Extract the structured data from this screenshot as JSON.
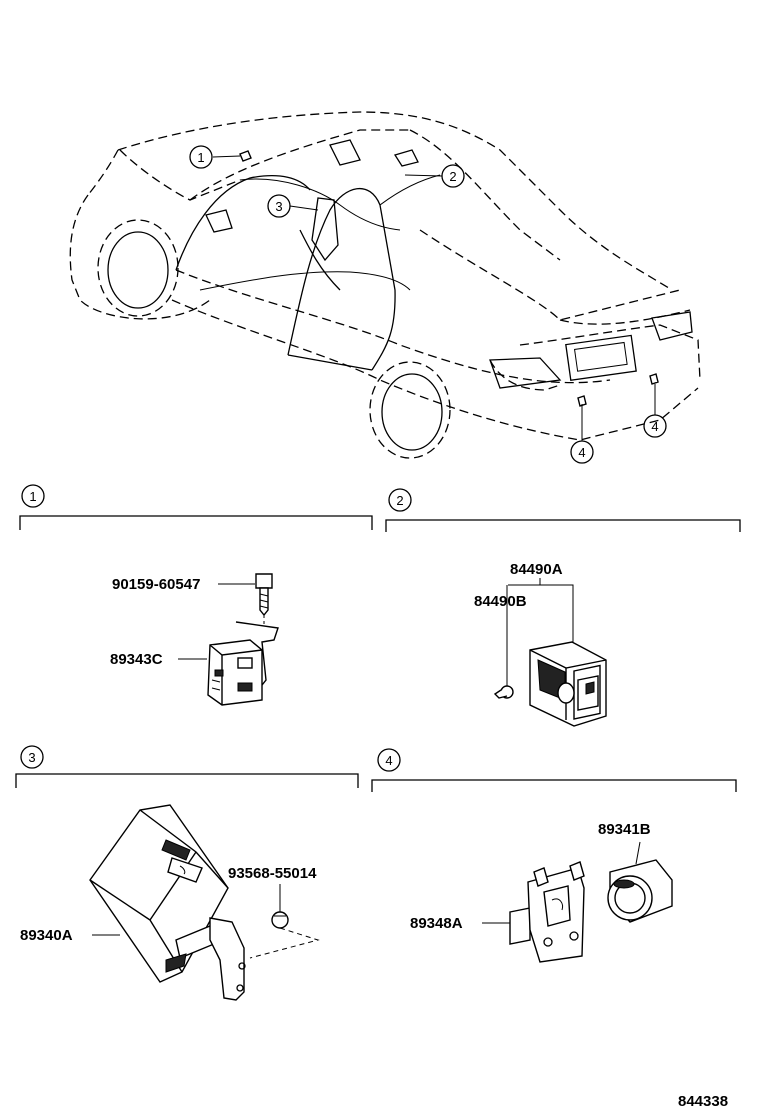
{
  "callouts": [
    "1",
    "2",
    "3",
    "4",
    "4"
  ],
  "sections": [
    {
      "number": "1",
      "parts": [
        "90159-60547",
        "89343C"
      ]
    },
    {
      "number": "2",
      "parts": [
        "84490A",
        "84490B"
      ]
    },
    {
      "number": "3",
      "parts": [
        "93568-55014",
        "89340A"
      ]
    },
    {
      "number": "4",
      "parts": [
        "89341B",
        "89348A"
      ]
    }
  ],
  "figure_number": "844338"
}
